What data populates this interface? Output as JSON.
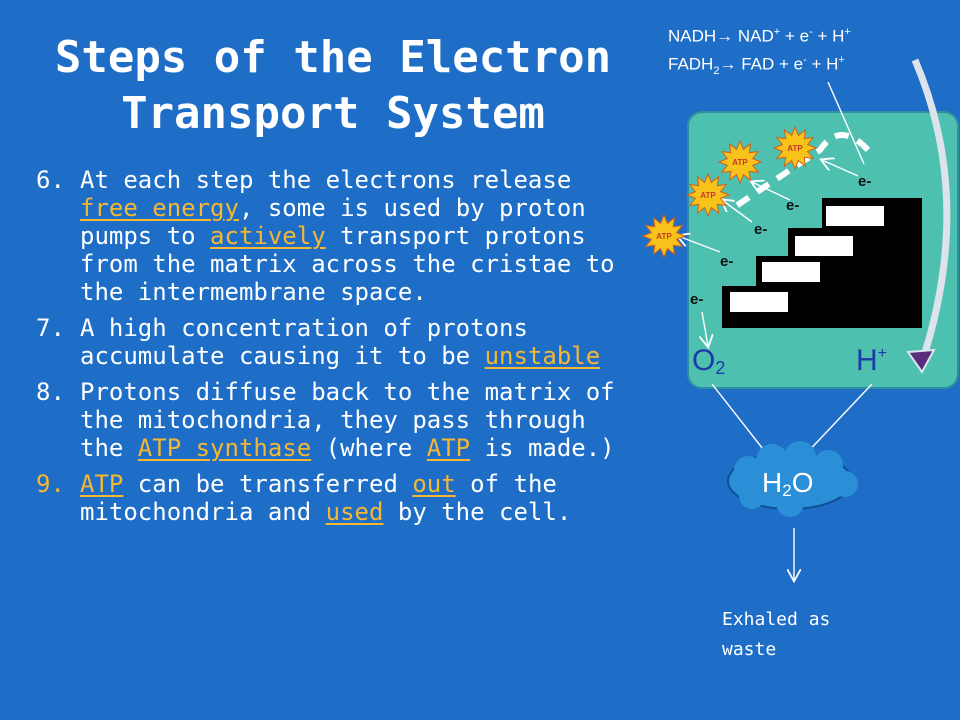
{
  "title": {
    "line1": "Steps of the Electron",
    "line2": "Transport System"
  },
  "steps": [
    {
      "num": "6.",
      "parts": [
        {
          "t": "At each step the electrons release "
        },
        {
          "t": "free energy",
          "u": true
        },
        {
          "t": ", some is used by proton pumps to "
        },
        {
          "t": "actively",
          "u": true
        },
        {
          "t": " transport protons from the matrix across the cristae to the intermembrane space."
        }
      ]
    },
    {
      "num": "7.",
      "parts": [
        {
          "t": "A high concentration of protons accumulate causing it to be "
        },
        {
          "t": "unstable",
          "u": true
        }
      ]
    },
    {
      "num": "8.",
      "parts": [
        {
          "t": "Protons diffuse back to the matrix of the mitochondria, they pass through the "
        },
        {
          "t": "ATP synthase",
          "u": true
        },
        {
          "t": " (where "
        },
        {
          "t": "ATP",
          "u": true
        },
        {
          "t": " is made.)"
        }
      ]
    },
    {
      "num": "9.",
      "highlight": true,
      "parts": [
        {
          "t": "ATP",
          "u": true
        },
        {
          "t": " can be transferred "
        },
        {
          "t": "out",
          "u": true
        },
        {
          "t": " of the mitochondria and "
        },
        {
          "t": "used",
          "u": true
        },
        {
          "t": " by the cell."
        }
      ]
    }
  ],
  "equations": {
    "nadh": {
      "left": "NADH",
      "arrow": "→",
      "right": " NAD",
      "sup1": "+",
      "mid": " + e",
      "sup2": "-",
      "end": " + H",
      "sup3": "+"
    },
    "fadh": {
      "left": "FADH",
      "sub": "2",
      "arrow": "→",
      "right": " FAD + e",
      "sup1": "-",
      "end": " + H",
      "sup2": "+"
    }
  },
  "diagram": {
    "electron_label": "e-",
    "atp_label": "ATP",
    "o2": {
      "base": "O",
      "sub": "2"
    },
    "h": {
      "base": "H",
      "sup": "+"
    },
    "water": {
      "h": "H",
      "sub": "2",
      "o": "O"
    },
    "exhaled": "Exhaled as waste"
  },
  "colors": {
    "background": "#1e6ec8",
    "accent": "#f5b731",
    "membrane": "#4ec0b0",
    "atp_star": "#f7c21a",
    "cloud": "#2a8fd6"
  }
}
